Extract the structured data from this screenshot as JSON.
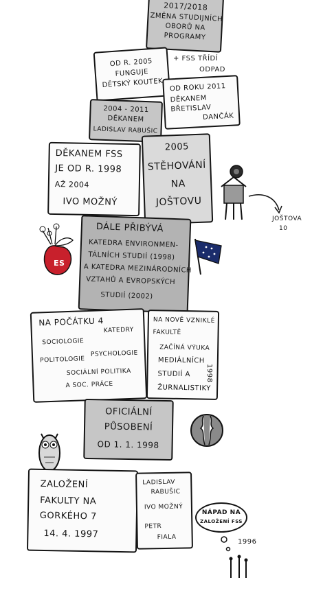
{
  "top_box": {
    "year": "2017/2018",
    "line1": "Změna studijních",
    "line2": "oborů na",
    "line3": "programy"
  },
  "kids_box": {
    "line1": "Od r. 2005",
    "line2": "funguje",
    "line3": "dětský koutek"
  },
  "waste_note": {
    "line1": "+ FSS třídí",
    "line2": "odpad"
  },
  "dean_dancak": {
    "line1": "Od roku 2011",
    "line2": "děkanem",
    "line3": "Břetislav",
    "line4": "Dančák"
  },
  "dean_rabusic": {
    "line1": "2004 - 2011",
    "line2": "děkanem",
    "line3": "Ladislav Rabušic"
  },
  "dean_mozny": {
    "line1": "Děkanem FSS",
    "line2": "je od r. 1998",
    "line3": "až 2004",
    "line4": "Ivo Možný"
  },
  "moving_box": {
    "line1": "2005",
    "line2": "stěhování",
    "line3": "na",
    "line4": "Joštovu"
  },
  "address_note": {
    "line1": "Joštova",
    "line2": "10"
  },
  "departments_box": {
    "line1": "Dále přibývá",
    "line2": "katedra environmen-",
    "line3": "tálních studií (1998)",
    "line4": "a katedra mezinárodních",
    "line5": "vztahů a evropských",
    "line6": "studií (2002)"
  },
  "apple_label": "ES",
  "start_box": {
    "line1": "Na počátku 4",
    "line2": "katedry",
    "line3": "sociologie",
    "line4": "psychologie",
    "line5": "politologie",
    "line6": "sociální politika",
    "line7": "a soc. práce"
  },
  "media_box": {
    "line1": "Na nově vzniklé",
    "line2": "fakultě",
    "line3": "začíná výuka",
    "line4": "mediálních",
    "line5": "studií a",
    "line6": "žurnalistiky"
  },
  "media_year": "1998",
  "official_box": {
    "line1": "Oficiální",
    "line2": "působení",
    "line3": "od 1. 1. 1998"
  },
  "founding_box": {
    "line1": "Založení",
    "line2": "fakulty na",
    "line3": "Gorkého 7",
    "line4": "14. 4. 1997"
  },
  "founders_box": {
    "line1": "Ladislav",
    "line2": "Rabušic",
    "line3": "Ivo Možný",
    "line4": "Petr",
    "line5": "Fiala"
  },
  "idea_bubble": {
    "line1": "Nápad na",
    "line2": "založení FSS"
  },
  "idea_year": "1996",
  "colors": {
    "ink": "#151515",
    "paper": "#ffffff",
    "shade_grey": "#c6c6c6",
    "apple_red": "#c8202c",
    "flag_blue": "#1b2c6b"
  }
}
